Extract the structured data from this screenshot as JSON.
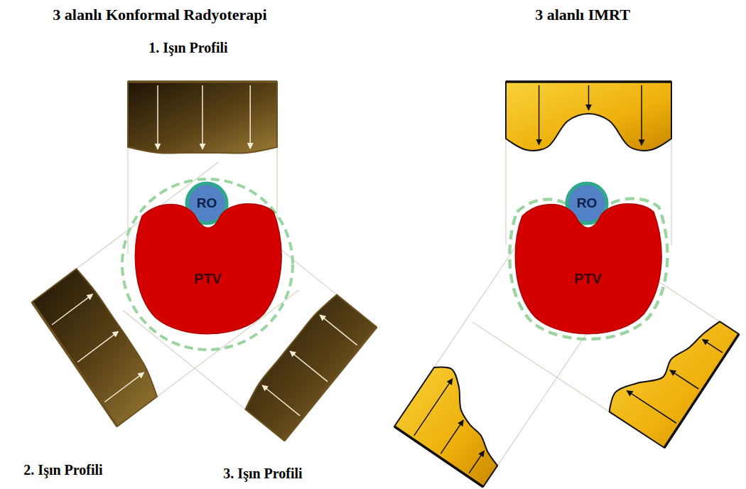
{
  "diagram": {
    "nodes": [
      {
        "text": [
          "RO"
        ]
      },
      {
        "text": [
          "PTV"
        ]
      },
      {
        "text": [
          "RO"
        ]
      },
      {
        "text": [
          "PTV"
        ]
      }
    ],
    "labels": [
      "3 alanlı Konformal Radyoterapi",
      "3 alanlı IMRT",
      "1. Işın Profili",
      "2. Işın Profili",
      "3. Işın Profili"
    ]
  }
}
